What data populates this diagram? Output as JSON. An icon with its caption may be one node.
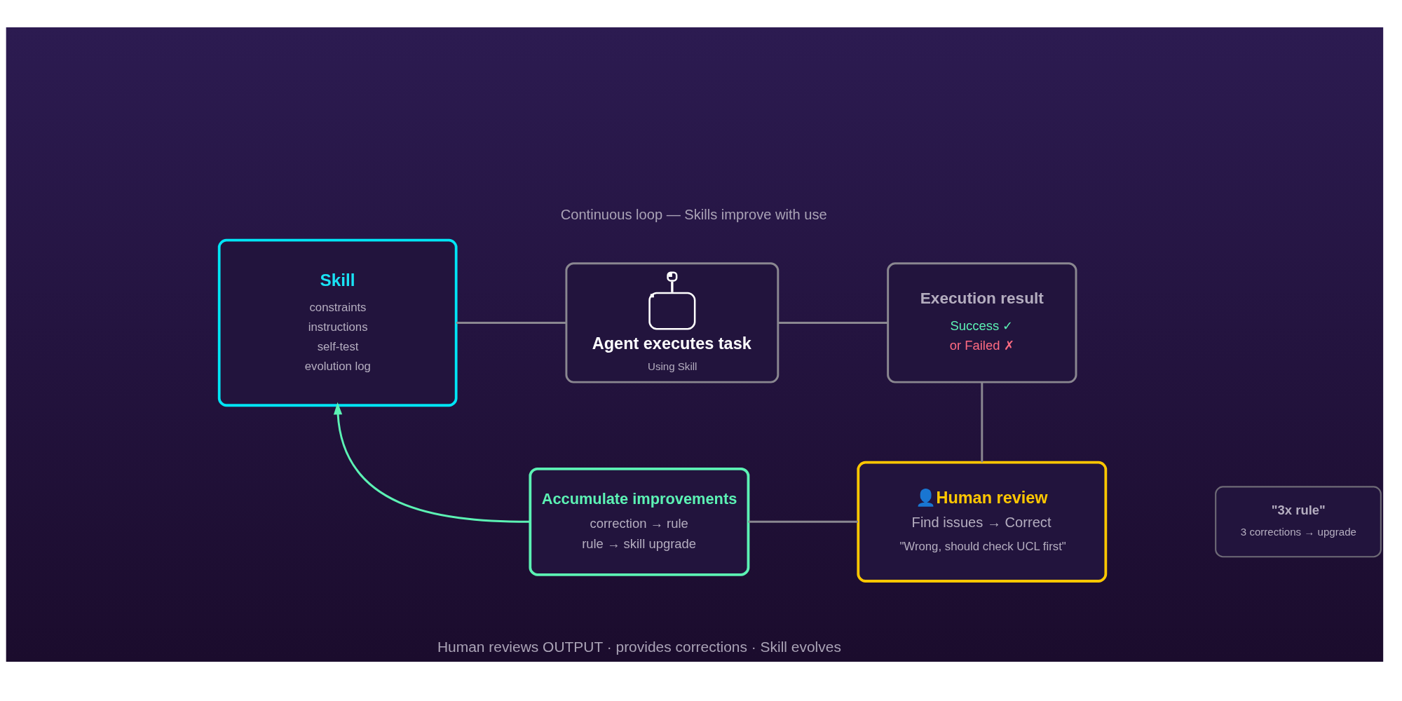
{
  "diagram": {
    "title": "Continuous loop — Skills improve with use",
    "caption": "Human reviews OUTPUT · provides corrections · Skill evolves",
    "nodes": [
      {
        "text": [
          "Skill",
          "constraints",
          "instructions",
          "self-test",
          "evolution log"
        ]
      },
      {
        "text": [
          "Agent executes task",
          "Using Skill"
        ]
      },
      {
        "text": [
          "Execution result",
          "Success ✓",
          "or Failed ✗"
        ]
      },
      {
        "text": [
          "👤Human review",
          "Find issues → Correct",
          "\"Wrong, should check UCL first\""
        ]
      },
      {
        "text": [
          "Accumulate improvements",
          "correction → rule",
          "rule → skill upgrade"
        ]
      },
      {
        "text": [
          "\"3x rule\"",
          "3 corrections → upgrade"
        ]
      }
    ],
    "edges": [
      {
        "from": 0,
        "to": 1,
        "arrow": "none"
      },
      {
        "from": 1,
        "to": 2,
        "arrow": "none"
      },
      {
        "from": 2,
        "to": 3,
        "arrow": "none"
      },
      {
        "from": 4,
        "to": 3,
        "arrow": "none"
      },
      {
        "from": 4,
        "to": 0,
        "arrow": "to",
        "color": "#5cf2b4"
      }
    ]
  }
}
